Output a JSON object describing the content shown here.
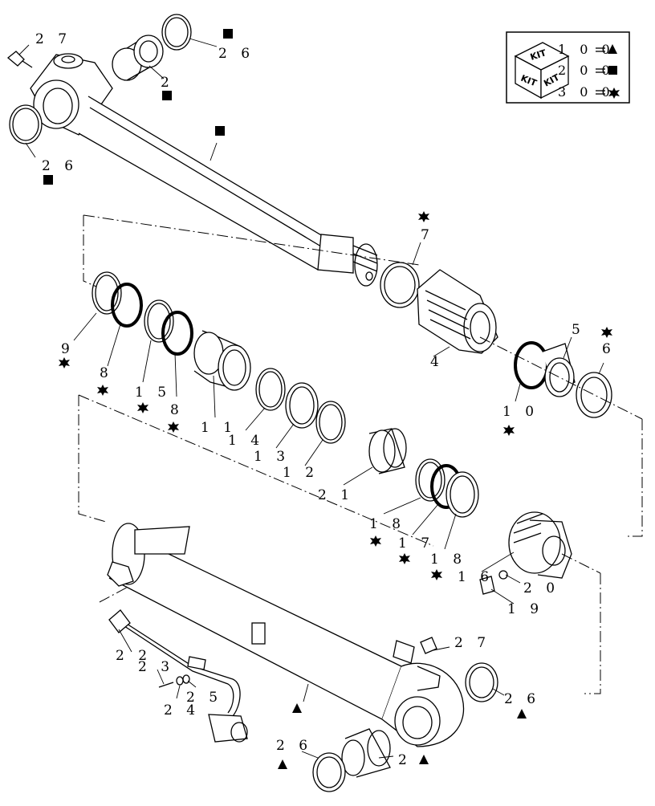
{
  "diagram": {
    "kit_legend": {
      "cube_text": [
        "KIT",
        "KIT",
        "KIT"
      ],
      "entries": [
        {
          "number": "1 0 0",
          "symbol": "triangle"
        },
        {
          "number": "2 0 0",
          "symbol": "square"
        },
        {
          "number": "3 0 0",
          "symbol": "star"
        }
      ]
    },
    "labels": [
      {
        "id": "l27a",
        "text": "2 7",
        "symbol": ""
      },
      {
        "id": "l26a",
        "text": "2 6",
        "symbol": "square"
      },
      {
        "id": "l2a",
        "text": "2",
        "symbol": "square"
      },
      {
        "id": "l26b",
        "text": "2 6",
        "symbol": "square"
      },
      {
        "id": "l1",
        "text": "",
        "symbol": "square"
      },
      {
        "id": "l7",
        "text": "7",
        "symbol": "star"
      },
      {
        "id": "l5",
        "text": "5",
        "symbol": ""
      },
      {
        "id": "l6",
        "text": "6",
        "symbol": "star"
      },
      {
        "id": "l4",
        "text": "4",
        "symbol": ""
      },
      {
        "id": "l10",
        "text": "1 0",
        "symbol": "star"
      },
      {
        "id": "l9",
        "text": "9",
        "symbol": "star"
      },
      {
        "id": "l8a",
        "text": "8",
        "symbol": "star"
      },
      {
        "id": "l15",
        "text": "1 5",
        "symbol": "star"
      },
      {
        "id": "l8b",
        "text": "8",
        "symbol": "star"
      },
      {
        "id": "l11",
        "text": "1 1",
        "symbol": ""
      },
      {
        "id": "l14",
        "text": "1 4",
        "symbol": ""
      },
      {
        "id": "l13",
        "text": "1 3",
        "symbol": ""
      },
      {
        "id": "l12",
        "text": "1 2",
        "symbol": ""
      },
      {
        "id": "l21",
        "text": "2 1",
        "symbol": ""
      },
      {
        "id": "l18a",
        "text": "1 8",
        "symbol": "star"
      },
      {
        "id": "l17",
        "text": "1 7",
        "symbol": "star"
      },
      {
        "id": "l18b",
        "text": "1 8",
        "symbol": "star"
      },
      {
        "id": "l16",
        "text": "1 6",
        "symbol": ""
      },
      {
        "id": "l20",
        "text": "2 0",
        "symbol": ""
      },
      {
        "id": "l19",
        "text": "1 9",
        "symbol": ""
      },
      {
        "id": "l22",
        "text": "2 2",
        "symbol": ""
      },
      {
        "id": "l23",
        "text": "2 3",
        "symbol": ""
      },
      {
        "id": "l24",
        "text": "2 4",
        "symbol": ""
      },
      {
        "id": "l25",
        "text": "2 5",
        "symbol": ""
      },
      {
        "id": "l27b",
        "text": "2 7",
        "symbol": ""
      },
      {
        "id": "l26c",
        "text": "2 6",
        "symbol": "triangle"
      },
      {
        "id": "l3",
        "text": "",
        "symbol": "triangle"
      },
      {
        "id": "l26d",
        "text": "2 6",
        "symbol": "triangle"
      },
      {
        "id": "l2b",
        "text": "2",
        "symbol": "triangle"
      }
    ]
  }
}
